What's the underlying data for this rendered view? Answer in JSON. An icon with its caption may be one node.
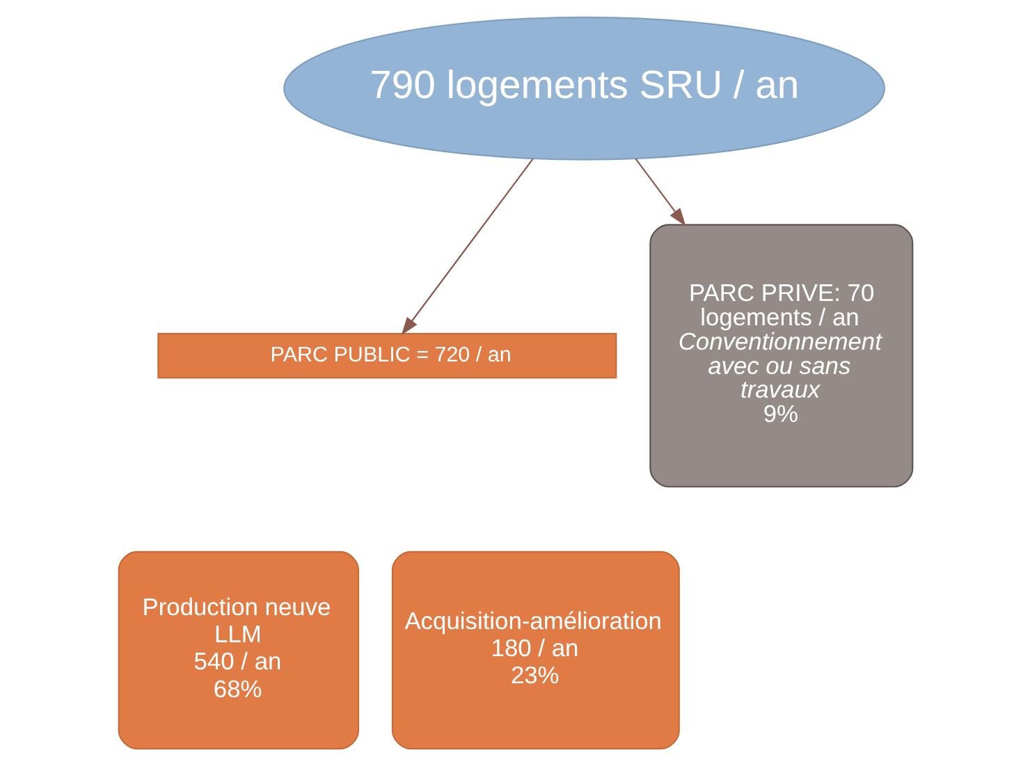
{
  "diagram": {
    "nodes": [
      {
        "text": [
          "790 logements SRU / an"
        ]
      },
      {
        "text": [
          "PARC PUBLIC = 720 / an"
        ]
      },
      {
        "text": [
          "Production neuve LLM",
          "540 / an",
          "68%"
        ]
      },
      {
        "text": [
          "Acquisition-amélioration",
          "180 / an",
          "23%"
        ]
      },
      {
        "text": [
          "PARC PRIVE: 70 logements / an",
          "Conventionnement avec ou sans travaux",
          "9%"
        ]
      }
    ],
    "edges": [
      {
        "from": 0,
        "to": 1,
        "arrow": "to"
      },
      {
        "from": 0,
        "to": 4,
        "arrow": "to"
      }
    ]
  }
}
